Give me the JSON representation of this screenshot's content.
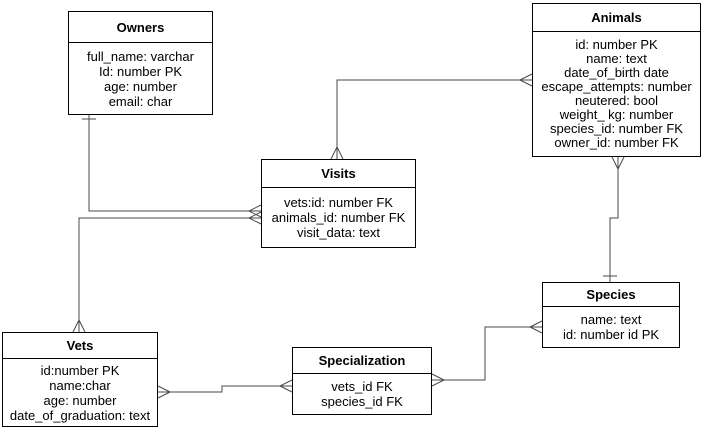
{
  "diagram": {
    "type": "entity-relationship",
    "background_color": "#ffffff",
    "box_border_color": "#000000",
    "connector_color": "#4a4a4a",
    "entities": {
      "owners": {
        "title": "Owners",
        "fields": [
          "full_name: varchar",
          "Id: number PK",
          "age: number",
          "email: char"
        ]
      },
      "animals": {
        "title": "Animals",
        "fields": [
          "id: number PK",
          "name: text",
          "date_of_birth date",
          "escape_attempts: number",
          "neutered: bool",
          "weight_ kg: number",
          "species_id: number FK",
          "owner_id: number FK"
        ]
      },
      "visits": {
        "title": "Visits",
        "fields": [
          "vets:id: number FK",
          "animals_id: number FK",
          "visit_data: text"
        ]
      },
      "species": {
        "title": "Species",
        "fields": [
          "name: text",
          "id: number id PK"
        ]
      },
      "vets": {
        "title": "Vets",
        "fields": [
          "id:number PK",
          "name:char",
          "age: number",
          "date_of_graduation: text"
        ]
      },
      "specialization": {
        "title": "Specialization",
        "fields": [
          "vets_id FK",
          "species_id FK"
        ]
      }
    },
    "relationships": [
      {
        "from": "Owners",
        "to": "Visits",
        "from_cardinality": "one",
        "to_cardinality": "many"
      },
      {
        "from": "Vets",
        "to": "Visits",
        "from_cardinality": "many",
        "to_cardinality": "many"
      },
      {
        "from": "Animals",
        "to": "Visits",
        "from_cardinality": "many",
        "to_cardinality": "many"
      },
      {
        "from": "Animals",
        "to": "Species",
        "from_cardinality": "many",
        "to_cardinality": "one"
      },
      {
        "from": "Vets",
        "to": "Specialization",
        "from_cardinality": "many",
        "to_cardinality": "many"
      },
      {
        "from": "Specialization",
        "to": "Species",
        "from_cardinality": "many",
        "to_cardinality": "many"
      }
    ]
  }
}
